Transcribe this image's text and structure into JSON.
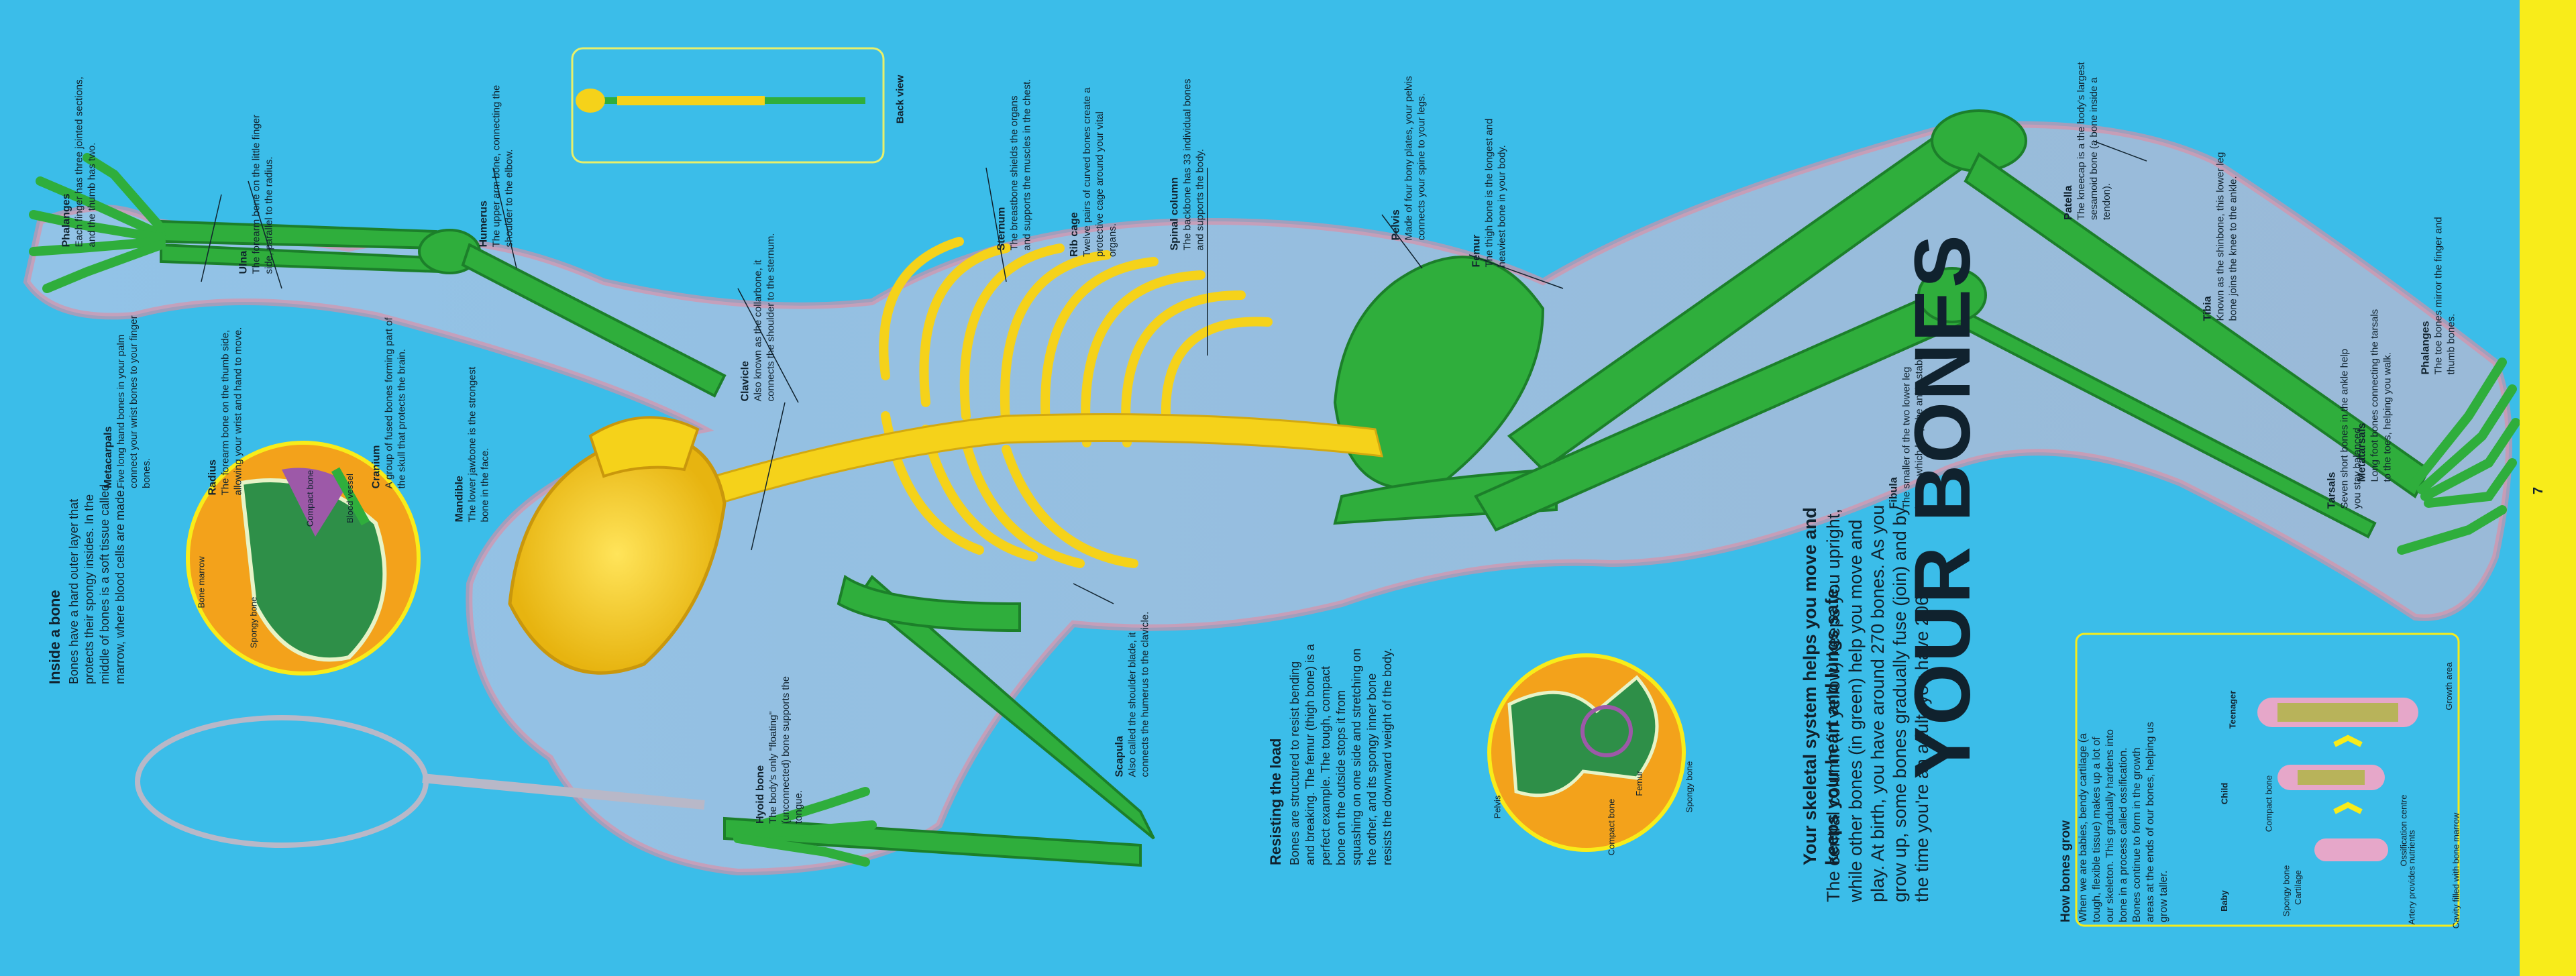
{
  "page_number": "7",
  "title": "YOUR BONES",
  "intro": "Your skeletal system helps you move and keeps your heart and lungs safe.",
  "body": "The central column (in yellow) keeps you upright, while other bones (in green) help you move and play. At birth, you have around 270 bones. As you grow up, some bones gradually fuse (join) and by the time you're an adult, you have 206.",
  "back_view_label": "Back view",
  "labels": {
    "phalanges_hand": {
      "title": "Phalanges",
      "text": "Each finger has three jointed sections, and the thumb has two."
    },
    "metacarpals": {
      "title": "Metacarpals",
      "text": "Five long hand bones in your palm connect your wrist bones to your finger bones."
    },
    "ulna": {
      "title": "Ulna",
      "text": "The forearm bone on the little finger side, parallel to the radius."
    },
    "radius": {
      "title": "Radius",
      "text": "The forearm bone on the thumb side, allowing your wrist and hand to move."
    },
    "humerus": {
      "title": "Humerus",
      "text": "The upper arm bone, connecting the shoulder to the elbow."
    },
    "cranium": {
      "title": "Cranium",
      "text": "A group of fused bones forming part of the skull that protects the brain."
    },
    "mandible": {
      "title": "Mandible",
      "text": "The lower jawbone is the strongest bone in the face."
    },
    "clavicle": {
      "title": "Clavicle",
      "text": "Also known as the collarbone, it connects the shoulder to the sternum."
    },
    "hyoid": {
      "title": "Hyoid bone",
      "text": "The body's only \"floating\" (unconnected) bone supports the tongue."
    },
    "sternum": {
      "title": "Sternum",
      "text": "The breastbone shields the organs and supports the muscles in the chest."
    },
    "rib_cage": {
      "title": "Rib cage",
      "text": "Twelve pairs of curved bones create a protective cage around your vital organs."
    },
    "spinal_column": {
      "title": "Spinal column",
      "text": "The backbone has 33 individual bones and supports the body."
    },
    "scapula": {
      "title": "Scapula",
      "text": "Also called the shoulder blade, it connects the humerus to the clavicle."
    },
    "pelvis": {
      "title": "Pelvis",
      "text": "Made of four bony plates, your pelvis connects your spine to your legs."
    },
    "femur": {
      "title": "Femur",
      "text": "The thigh bone is the longest and heaviest bone in your body."
    },
    "patella": {
      "title": "Patella",
      "text": "The kneecap is a the body's largest sesamoid bone (a bone inside a tendon)."
    },
    "tibia": {
      "title": "Tibia",
      "text": "Known as the shinbone, this lower leg bone joins the knee to the ankle."
    },
    "fibula": {
      "title": "Fibula",
      "text": "The smaller of the two lower leg bones, which keep the ankle stable."
    },
    "tarsals": {
      "title": "Tarsals",
      "text": "Seven short bones in the ankle help you stay balanced."
    },
    "metatarsals": {
      "title": "Metatarsals",
      "text": "Long foot bones connecting the tarsals to the toes, helping you walk."
    },
    "phalanges_foot": {
      "title": "Phalanges",
      "text": "The toe bones mirror the finger and thumb bones."
    }
  },
  "inside_bone": {
    "title": "Inside a bone",
    "text": "Bones have a hard outer layer that protects their spongy insides. In the middle of bones is a soft tissue called marrow, where blood cells are made.",
    "parts": {
      "compact": "Compact bone",
      "vessel": "Blood vessel",
      "marrow": "Bone marrow",
      "spongy": "Spongy bone"
    }
  },
  "resisting": {
    "title": "Resisting the load",
    "text": "Bones are structured to resist bending and breaking. The femur (thigh bone) is a perfect example. The tough, compact bone on the outside stops it from squashing on one side and stretching on the other, and its spongy inner bone resists the downward weight of the body.",
    "parts": {
      "pelvis": "Pelvis",
      "compact": "Compact bone",
      "femur": "Femur",
      "spongy": "Spongy bone"
    }
  },
  "how_grow": {
    "title": "How bones grow",
    "text": "When we are babies, bendy cartilage (a tough, flexible tissue) makes up a lot of our skeleton. This gradually hardens into bone in a process called ossification. Bones continue to form in the growth areas at the ends of our bones, helping us grow taller.",
    "stages": [
      "Baby",
      "Child",
      "Teenager"
    ],
    "parts": {
      "spongy": "Spongy bone",
      "cartilage": "Cartilage",
      "compact": "Compact bone",
      "artery": "Artery provides nutrients",
      "ossification": "Ossification centre",
      "cavity": "Cavity filled with bone marrow",
      "growth": "Growth area"
    }
  },
  "colors": {
    "background": "#3bbde9",
    "spine": "#f5d21a",
    "bones": "#2fae3c",
    "strip": "#f8ec1a",
    "disc": "#f3a21b"
  }
}
